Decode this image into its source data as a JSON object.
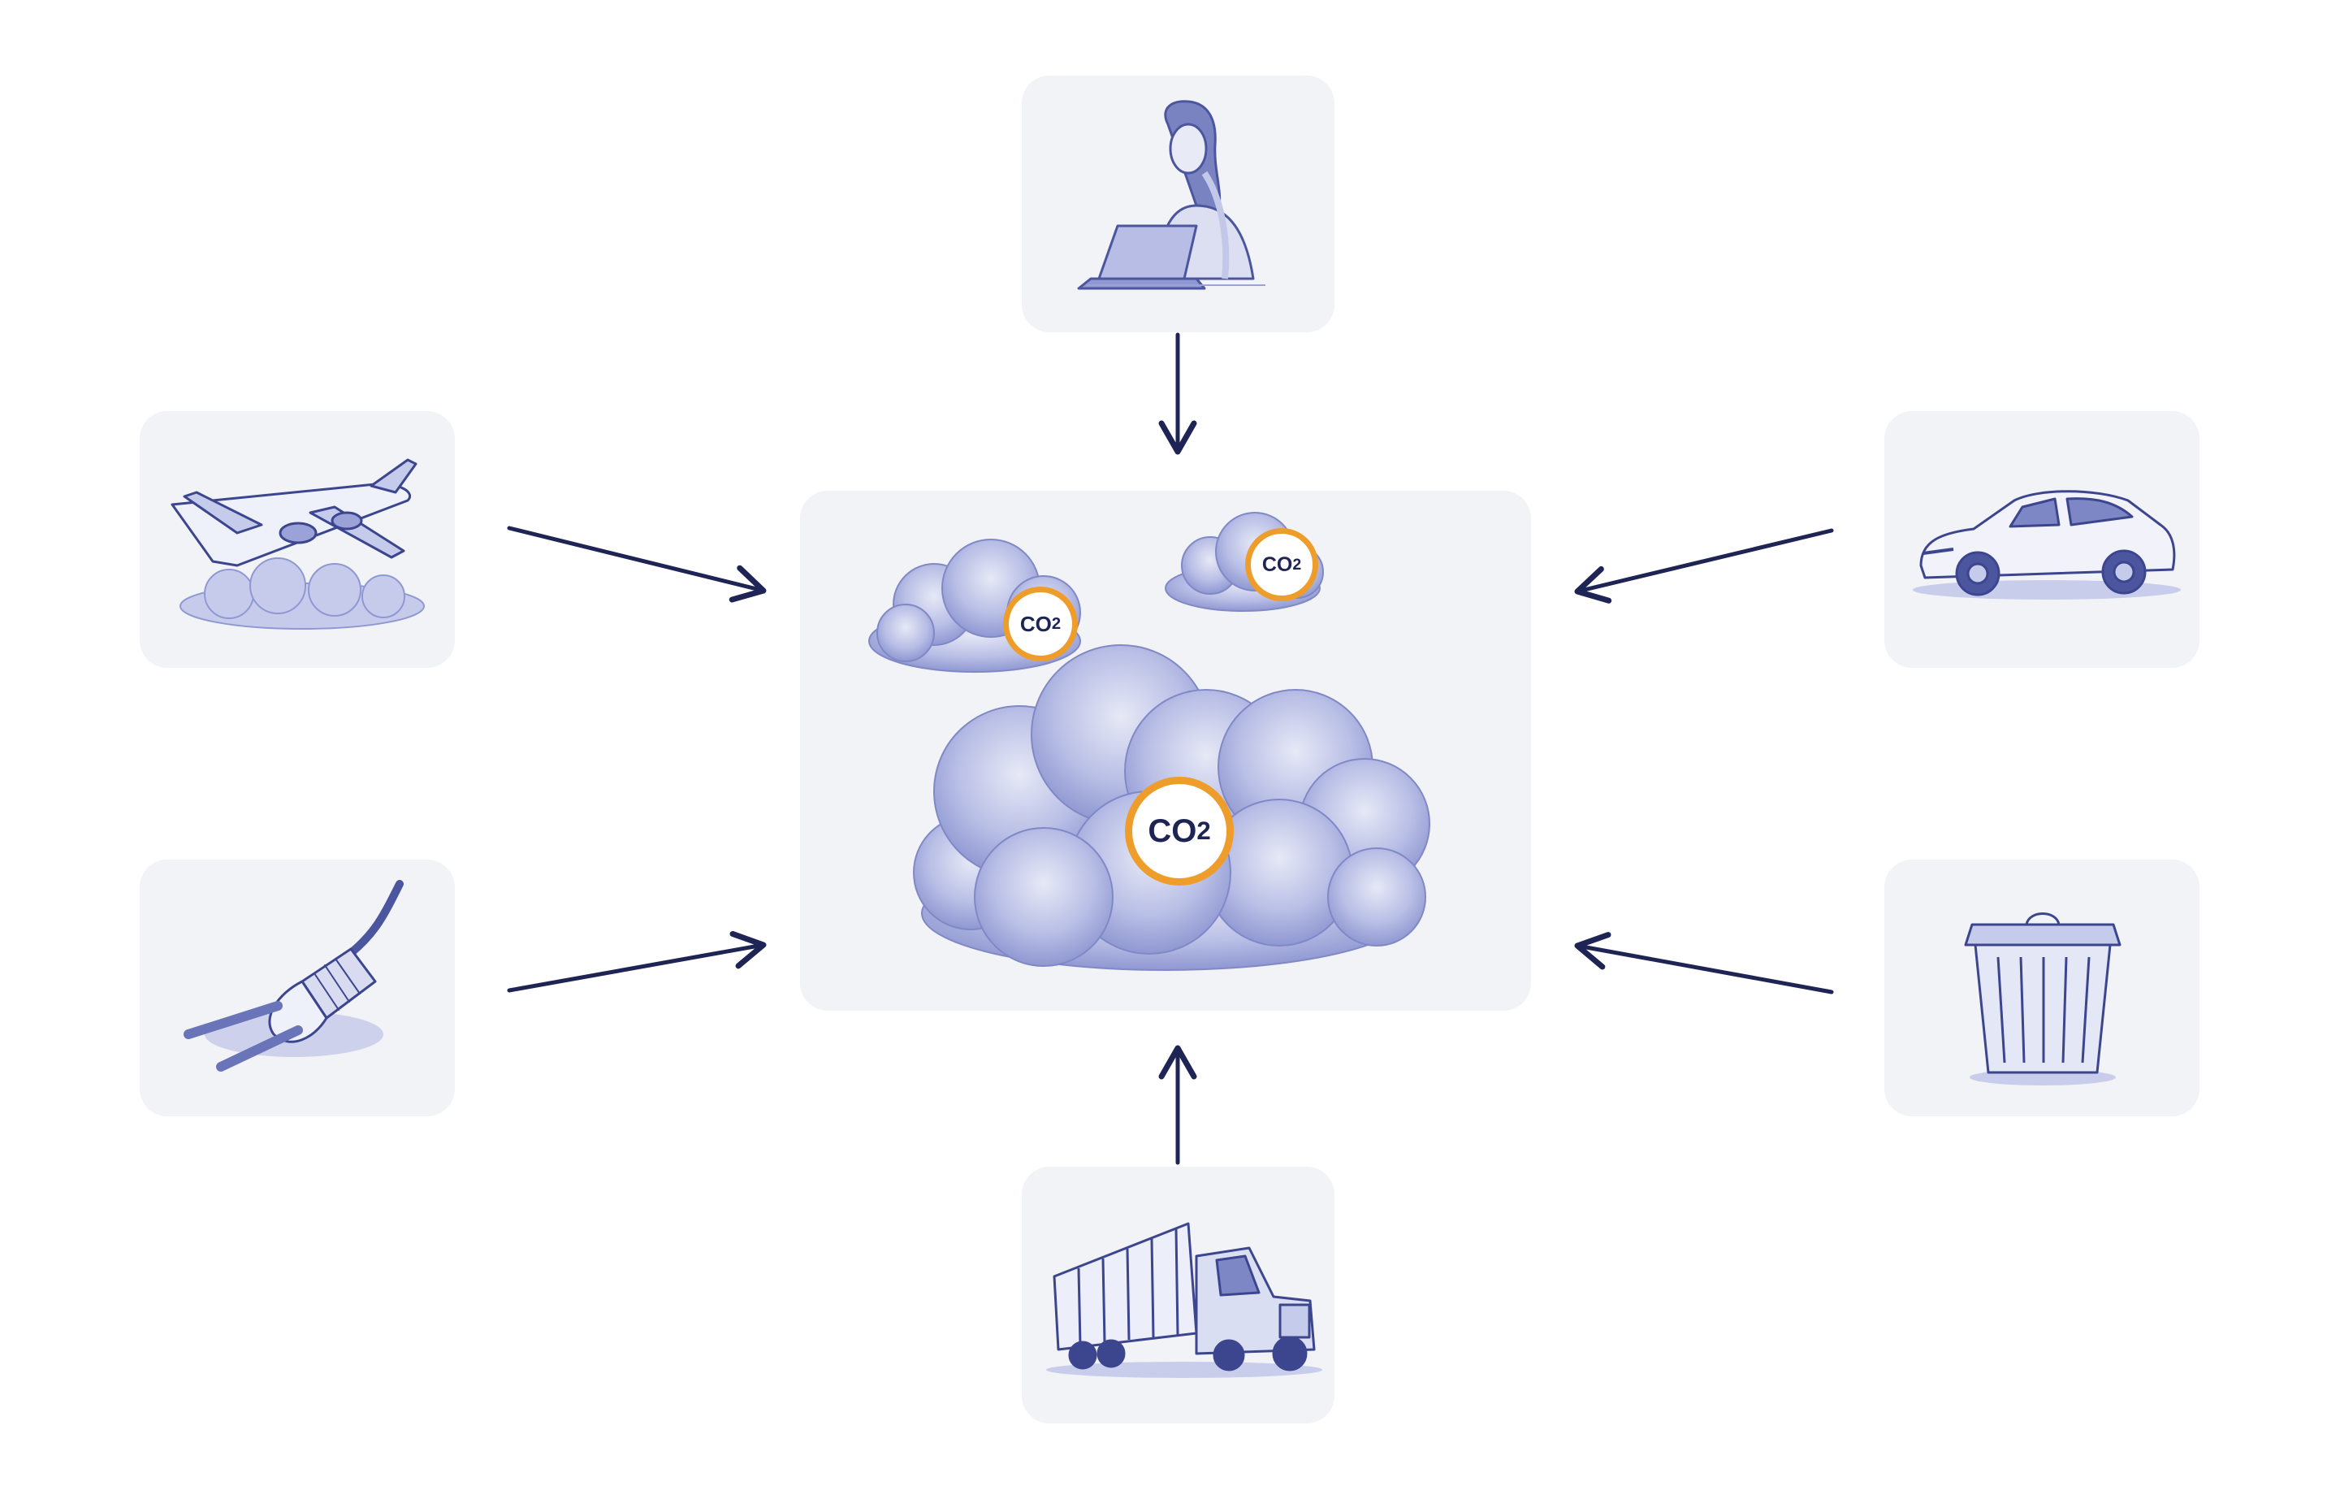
{
  "diagram": {
    "center": {
      "illustration": "co2-clouds",
      "badges": [
        {
          "label": "CO",
          "sub": "2"
        },
        {
          "label": "CO",
          "sub": "2"
        },
        {
          "label": "CO",
          "sub": "2"
        }
      ]
    },
    "sources": [
      {
        "id": "person-laptop",
        "icon": "person-laptop-icon"
      },
      {
        "id": "airplane",
        "icon": "airplane-icon"
      },
      {
        "id": "car",
        "icon": "car-icon"
      },
      {
        "id": "plug",
        "icon": "electric-plug-icon"
      },
      {
        "id": "trash-bin",
        "icon": "trash-bin-icon"
      },
      {
        "id": "truck",
        "icon": "truck-icon"
      }
    ]
  },
  "colors": {
    "card_background": "#f2f3f6",
    "arrow": "#1e2555",
    "illustration": "#5b66ad",
    "badge_border": "#ee9d2b",
    "badge_text": "#1e2555"
  }
}
